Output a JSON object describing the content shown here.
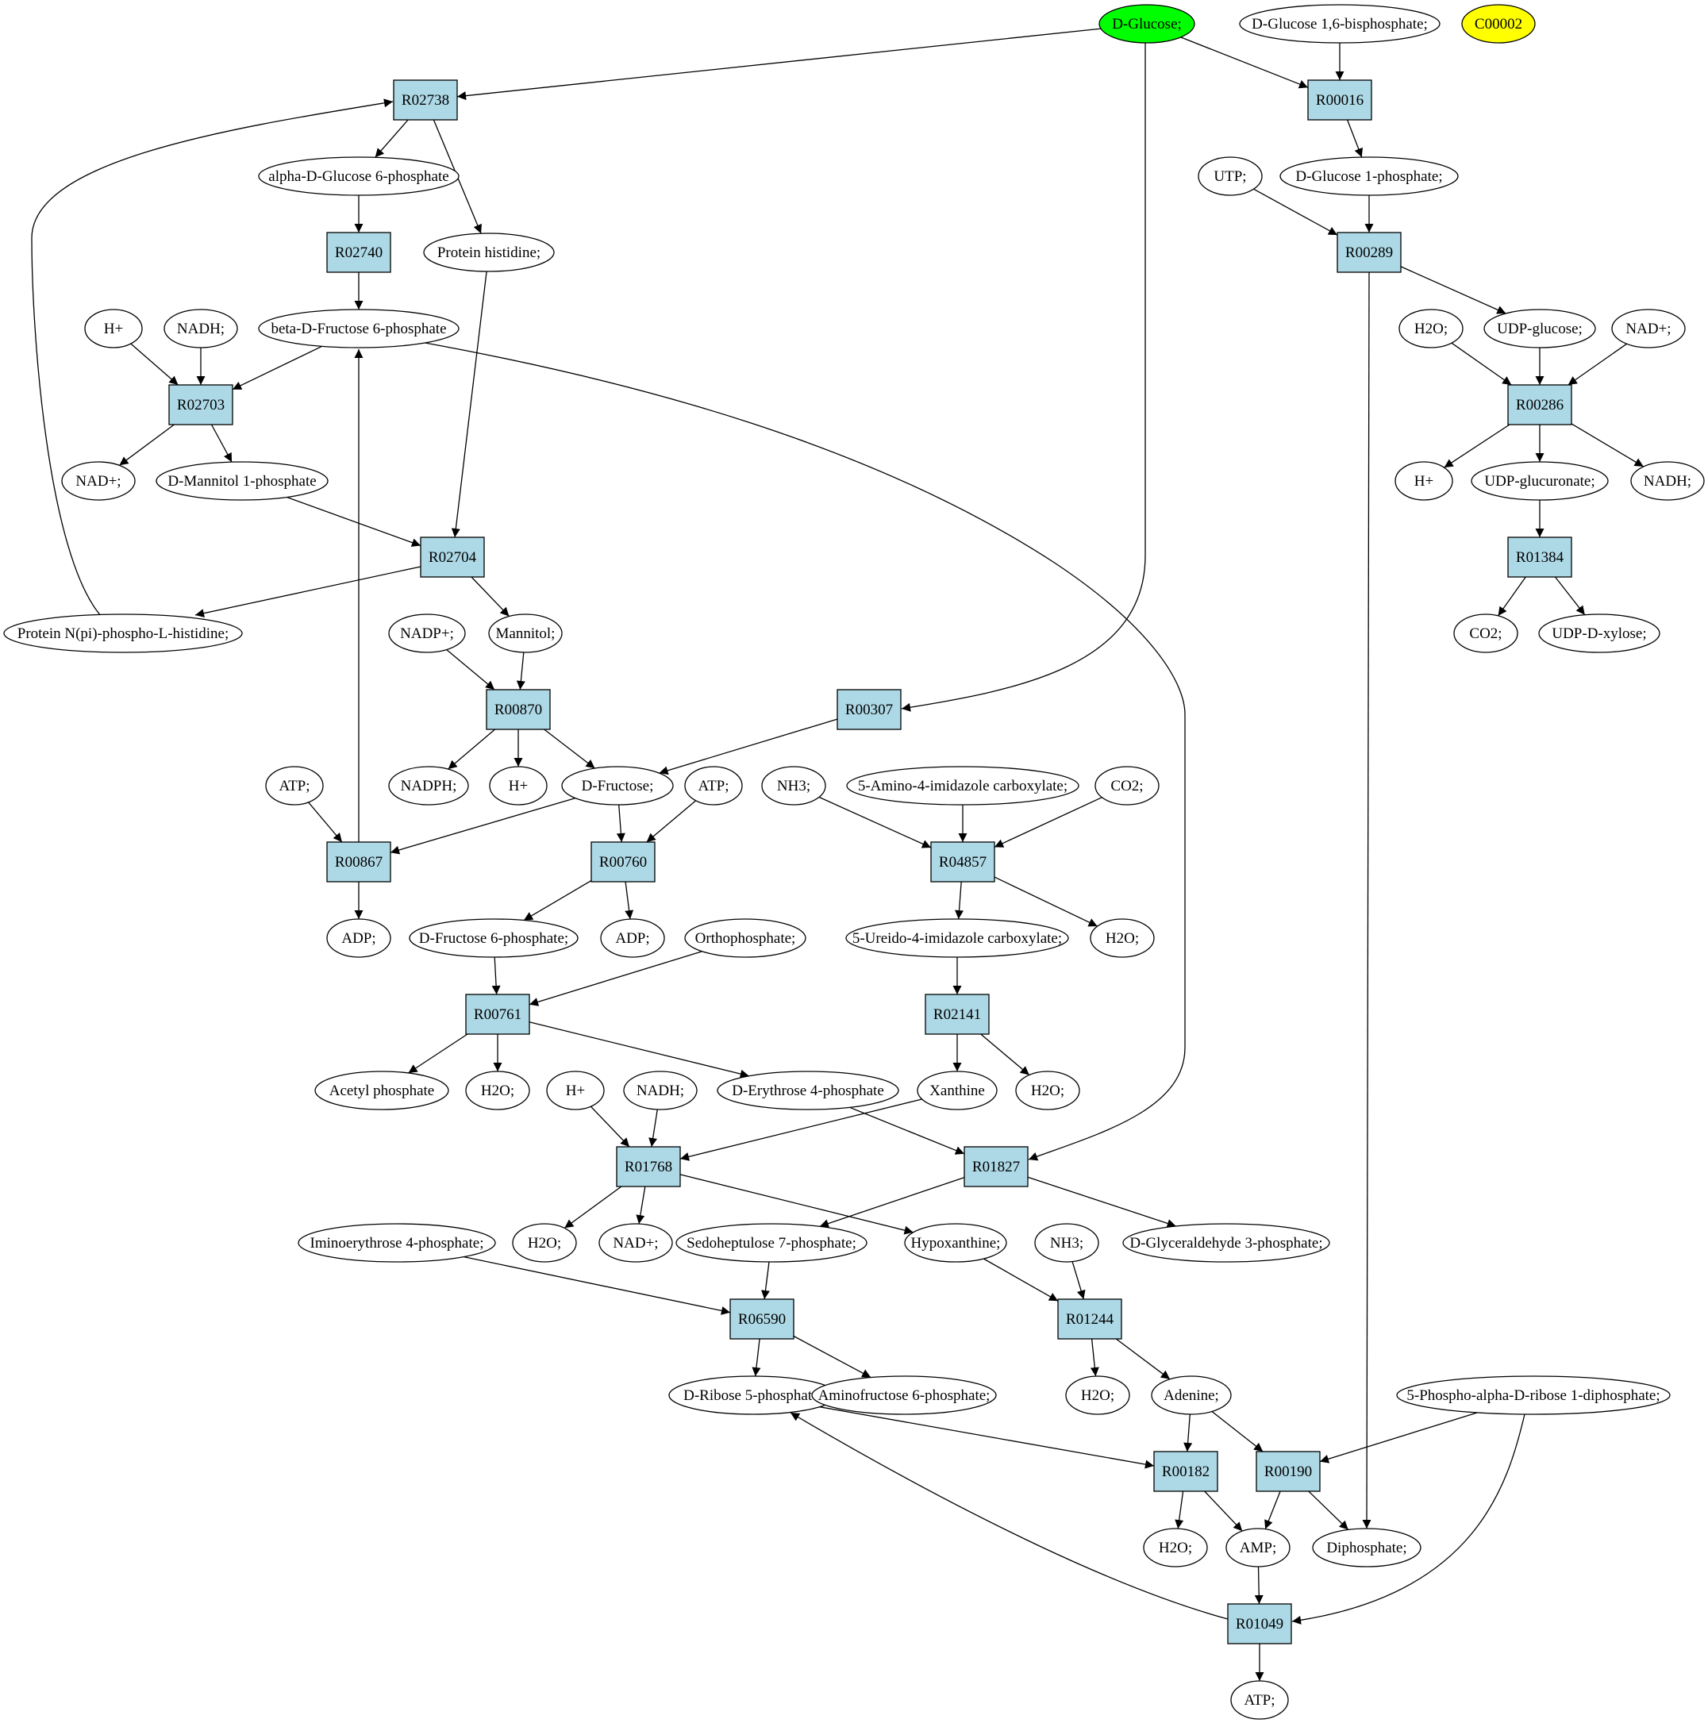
{
  "colors": {
    "reaction_fill": "#add8e6",
    "compound_fill": "#ffffff",
    "highlight_green": "#00ff00",
    "highlight_yellow": "#ffff00"
  },
  "nodes": [
    {
      "id": "c_glc",
      "kind": "compound",
      "label": "D-Glucose;",
      "fill": "#00ff00"
    },
    {
      "id": "c_glc16bp",
      "kind": "compound",
      "label": "D-Glucose 1,6-bisphosphate;"
    },
    {
      "id": "c_c00002",
      "kind": "compound",
      "label": "C00002",
      "fill": "#ffff00"
    },
    {
      "id": "r_R02738",
      "kind": "reaction",
      "label": "R02738"
    },
    {
      "id": "r_R00016",
      "kind": "reaction",
      "label": "R00016"
    },
    {
      "id": "c_ag6p",
      "kind": "compound",
      "label": "alpha-D-Glucose 6-phosphate"
    },
    {
      "id": "c_utp",
      "kind": "compound",
      "label": "UTP;"
    },
    {
      "id": "c_g1p",
      "kind": "compound",
      "label": "D-Glucose 1-phosphate;"
    },
    {
      "id": "r_R02740",
      "kind": "reaction",
      "label": "R02740"
    },
    {
      "id": "c_protHis",
      "kind": "compound",
      "label": "Protein histidine;"
    },
    {
      "id": "r_R00289",
      "kind": "reaction",
      "label": "R00289"
    },
    {
      "id": "c_hplus1",
      "kind": "compound",
      "label": "H+"
    },
    {
      "id": "c_nadh1",
      "kind": "compound",
      "label": "NADH;"
    },
    {
      "id": "c_bf6p",
      "kind": "compound",
      "label": "beta-D-Fructose 6-phosphate"
    },
    {
      "id": "c_h2o_r",
      "kind": "compound",
      "label": "H2O;"
    },
    {
      "id": "c_udpglc",
      "kind": "compound",
      "label": "UDP-glucose;"
    },
    {
      "id": "c_nadplus_r",
      "kind": "compound",
      "label": "NAD+;"
    },
    {
      "id": "r_R02703",
      "kind": "reaction",
      "label": "R02703"
    },
    {
      "id": "r_R00286",
      "kind": "reaction",
      "label": "R00286"
    },
    {
      "id": "c_nadplus1",
      "kind": "compound",
      "label": "NAD+;"
    },
    {
      "id": "c_m1p",
      "kind": "compound",
      "label": "D-Mannitol 1-phosphate"
    },
    {
      "id": "c_hplus_r",
      "kind": "compound",
      "label": "H+"
    },
    {
      "id": "c_udpgluc",
      "kind": "compound",
      "label": "UDP-glucuronate;"
    },
    {
      "id": "c_nadh_r",
      "kind": "compound",
      "label": "NADH;"
    },
    {
      "id": "r_R02704",
      "kind": "reaction",
      "label": "R02704"
    },
    {
      "id": "r_R01384",
      "kind": "reaction",
      "label": "R01384"
    },
    {
      "id": "c_protPHis",
      "kind": "compound",
      "label": "Protein N(pi)-phospho-L-histidine;"
    },
    {
      "id": "c_nadpplus",
      "kind": "compound",
      "label": "NADP+;"
    },
    {
      "id": "c_mannitol",
      "kind": "compound",
      "label": "Mannitol;"
    },
    {
      "id": "c_co2_r",
      "kind": "compound",
      "label": "CO2;"
    },
    {
      "id": "c_udpxyl",
      "kind": "compound",
      "label": "UDP-D-xylose;"
    },
    {
      "id": "r_R00870",
      "kind": "reaction",
      "label": "R00870"
    },
    {
      "id": "r_R00307",
      "kind": "reaction",
      "label": "R00307"
    },
    {
      "id": "c_atp1",
      "kind": "compound",
      "label": "ATP;"
    },
    {
      "id": "c_nadph",
      "kind": "compound",
      "label": "NADPH;"
    },
    {
      "id": "c_hplus2",
      "kind": "compound",
      "label": "H+"
    },
    {
      "id": "c_fru",
      "kind": "compound",
      "label": "D-Fructose;"
    },
    {
      "id": "c_atp2",
      "kind": "compound",
      "label": "ATP;"
    },
    {
      "id": "c_nh3_1",
      "kind": "compound",
      "label": "NH3;"
    },
    {
      "id": "c_aic",
      "kind": "compound",
      "label": "5-Amino-4-imidazole carboxylate;"
    },
    {
      "id": "c_co2_1",
      "kind": "compound",
      "label": "CO2;"
    },
    {
      "id": "r_R00867",
      "kind": "reaction",
      "label": "R00867"
    },
    {
      "id": "r_R00760",
      "kind": "reaction",
      "label": "R00760"
    },
    {
      "id": "r_R04857",
      "kind": "reaction",
      "label": "R04857"
    },
    {
      "id": "c_adp1",
      "kind": "compound",
      "label": "ADP;"
    },
    {
      "id": "c_f6p",
      "kind": "compound",
      "label": "D-Fructose 6-phosphate;"
    },
    {
      "id": "c_adp2",
      "kind": "compound",
      "label": "ADP;"
    },
    {
      "id": "c_pi",
      "kind": "compound",
      "label": "Orthophosphate;"
    },
    {
      "id": "c_uic",
      "kind": "compound",
      "label": "5-Ureido-4-imidazole carboxylate;"
    },
    {
      "id": "c_h2o_1",
      "kind": "compound",
      "label": "H2O;"
    },
    {
      "id": "r_R00761",
      "kind": "reaction",
      "label": "R00761"
    },
    {
      "id": "r_R02141",
      "kind": "reaction",
      "label": "R02141"
    },
    {
      "id": "c_acp",
      "kind": "compound",
      "label": "Acetyl phosphate"
    },
    {
      "id": "c_h2o_2",
      "kind": "compound",
      "label": "H2O;"
    },
    {
      "id": "c_hplus3",
      "kind": "compound",
      "label": "H+"
    },
    {
      "id": "c_nadh2",
      "kind": "compound",
      "label": "NADH;"
    },
    {
      "id": "c_e4p",
      "kind": "compound",
      "label": "D-Erythrose 4-phosphate"
    },
    {
      "id": "c_xan",
      "kind": "compound",
      "label": "Xanthine"
    },
    {
      "id": "c_h2o_3",
      "kind": "compound",
      "label": "H2O;"
    },
    {
      "id": "r_R01768",
      "kind": "reaction",
      "label": "R01768"
    },
    {
      "id": "r_R01827",
      "kind": "reaction",
      "label": "R01827"
    },
    {
      "id": "c_ie4p",
      "kind": "compound",
      "label": "Iminoerythrose 4-phosphate;"
    },
    {
      "id": "c_h2o_4",
      "kind": "compound",
      "label": "H2O;"
    },
    {
      "id": "c_nadplus2",
      "kind": "compound",
      "label": "NAD+;"
    },
    {
      "id": "c_s7p",
      "kind": "compound",
      "label": "Sedoheptulose 7-phosphate;"
    },
    {
      "id": "c_hyp",
      "kind": "compound",
      "label": "Hypoxanthine;"
    },
    {
      "id": "c_nh3_2",
      "kind": "compound",
      "label": "NH3;"
    },
    {
      "id": "c_g3p",
      "kind": "compound",
      "label": "D-Glyceraldehyde 3-phosphate;"
    },
    {
      "id": "r_R06590",
      "kind": "reaction",
      "label": "R06590"
    },
    {
      "id": "r_R01244",
      "kind": "reaction",
      "label": "R01244"
    },
    {
      "id": "c_r5p",
      "kind": "compound",
      "label": "D-Ribose 5-phosphate;"
    },
    {
      "id": "c_af6p",
      "kind": "compound",
      "label": "Aminofructose 6-phosphate;"
    },
    {
      "id": "c_h2o_5",
      "kind": "compound",
      "label": "H2O;"
    },
    {
      "id": "c_ade",
      "kind": "compound",
      "label": "Adenine;"
    },
    {
      "id": "c_prpp",
      "kind": "compound",
      "label": "5-Phospho-alpha-D-ribose 1-diphosphate;"
    },
    {
      "id": "r_R00182",
      "kind": "reaction",
      "label": "R00182"
    },
    {
      "id": "r_R00190",
      "kind": "reaction",
      "label": "R00190"
    },
    {
      "id": "c_h2o_6",
      "kind": "compound",
      "label": "H2O;"
    },
    {
      "id": "c_amp",
      "kind": "compound",
      "label": "AMP;"
    },
    {
      "id": "c_ppi",
      "kind": "compound",
      "label": "Diphosphate;"
    },
    {
      "id": "r_R01049",
      "kind": "reaction",
      "label": "R01049"
    },
    {
      "id": "c_atp3",
      "kind": "compound",
      "label": "ATP;"
    }
  ],
  "edges": [
    [
      "c_glc",
      "r_R02738"
    ],
    [
      "c_glc",
      "r_R00016"
    ],
    [
      "c_glc",
      "r_R00307"
    ],
    [
      "c_glc16bp",
      "r_R00016"
    ],
    [
      "r_R02738",
      "c_ag6p"
    ],
    [
      "r_R02738",
      "c_protHis"
    ],
    [
      "c_ag6p",
      "r_R02740"
    ],
    [
      "r_R02740",
      "c_bf6p"
    ],
    [
      "c_bf6p",
      "r_R02703"
    ],
    [
      "c_bf6p",
      "r_R01827"
    ],
    [
      "c_hplus1",
      "r_R02703"
    ],
    [
      "c_nadh1",
      "r_R02703"
    ],
    [
      "r_R02703",
      "c_nadplus1"
    ],
    [
      "r_R02703",
      "c_m1p"
    ],
    [
      "c_m1p",
      "r_R02704"
    ],
    [
      "c_protHis",
      "r_R02704"
    ],
    [
      "r_R02704",
      "c_protPHis"
    ],
    [
      "r_R02704",
      "c_mannitol"
    ],
    [
      "c_protPHis",
      "r_R02738"
    ],
    [
      "c_nadpplus",
      "r_R00870"
    ],
    [
      "c_mannitol",
      "r_R00870"
    ],
    [
      "r_R00870",
      "c_nadph"
    ],
    [
      "r_R00870",
      "c_hplus2"
    ],
    [
      "r_R00870",
      "c_fru"
    ],
    [
      "r_R00307",
      "c_fru"
    ],
    [
      "c_atp1",
      "r_R00867"
    ],
    [
      "c_fru",
      "r_R00867"
    ],
    [
      "r_R00867",
      "c_adp1"
    ],
    [
      "r_R00867",
      "c_bf6p"
    ],
    [
      "c_fru",
      "r_R00760"
    ],
    [
      "c_atp2",
      "r_R00760"
    ],
    [
      "r_R00760",
      "c_f6p"
    ],
    [
      "r_R00760",
      "c_adp2"
    ],
    [
      "c_f6p",
      "r_R00761"
    ],
    [
      "c_pi",
      "r_R00761"
    ],
    [
      "r_R00761",
      "c_acp"
    ],
    [
      "r_R00761",
      "c_h2o_2"
    ],
    [
      "r_R00761",
      "c_e4p"
    ],
    [
      "r_R00016",
      "c_g1p"
    ],
    [
      "c_utp",
      "r_R00289"
    ],
    [
      "c_g1p",
      "r_R00289"
    ],
    [
      "r_R00289",
      "c_udpglc"
    ],
    [
      "r_R00289",
      "c_ppi"
    ],
    [
      "c_h2o_r",
      "r_R00286"
    ],
    [
      "c_udpglc",
      "r_R00286"
    ],
    [
      "c_nadplus_r",
      "r_R00286"
    ],
    [
      "r_R00286",
      "c_hplus_r"
    ],
    [
      "r_R00286",
      "c_udpgluc"
    ],
    [
      "r_R00286",
      "c_nadh_r"
    ],
    [
      "c_udpgluc",
      "r_R01384"
    ],
    [
      "r_R01384",
      "c_co2_r"
    ],
    [
      "r_R01384",
      "c_udpxyl"
    ],
    [
      "c_nh3_1",
      "r_R04857"
    ],
    [
      "c_aic",
      "r_R04857"
    ],
    [
      "c_co2_1",
      "r_R04857"
    ],
    [
      "r_R04857",
      "c_uic"
    ],
    [
      "r_R04857",
      "c_h2o_1"
    ],
    [
      "c_uic",
      "r_R02141"
    ],
    [
      "r_R02141",
      "c_xan"
    ],
    [
      "r_R02141",
      "c_h2o_3"
    ],
    [
      "c_hplus3",
      "r_R01768"
    ],
    [
      "c_nadh2",
      "r_R01768"
    ],
    [
      "c_xan",
      "r_R01768"
    ],
    [
      "r_R01768",
      "c_h2o_4"
    ],
    [
      "r_R01768",
      "c_nadplus2"
    ],
    [
      "r_R01768",
      "c_hyp"
    ],
    [
      "c_e4p",
      "r_R01827"
    ],
    [
      "r_R01827",
      "c_s7p"
    ],
    [
      "r_R01827",
      "c_g3p"
    ],
    [
      "c_ie4p",
      "r_R06590"
    ],
    [
      "c_s7p",
      "r_R06590"
    ],
    [
      "r_R06590",
      "c_r5p"
    ],
    [
      "r_R06590",
      "c_af6p"
    ],
    [
      "c_hyp",
      "r_R01244"
    ],
    [
      "c_nh3_2",
      "r_R01244"
    ],
    [
      "r_R01244",
      "c_h2o_5"
    ],
    [
      "r_R01244",
      "c_ade"
    ],
    [
      "c_r5p",
      "r_R00182"
    ],
    [
      "c_ade",
      "r_R00182"
    ],
    [
      "r_R00182",
      "c_h2o_6"
    ],
    [
      "r_R00182",
      "c_amp"
    ],
    [
      "c_ade",
      "r_R00190"
    ],
    [
      "c_prpp",
      "r_R00190"
    ],
    [
      "r_R00190",
      "c_amp"
    ],
    [
      "r_R00190",
      "c_ppi"
    ],
    [
      "c_amp",
      "r_R01049"
    ],
    [
      "c_prpp",
      "r_R01049"
    ],
    [
      "r_R01049",
      "c_atp3"
    ],
    [
      "r_R01049",
      "c_r5p"
    ]
  ]
}
